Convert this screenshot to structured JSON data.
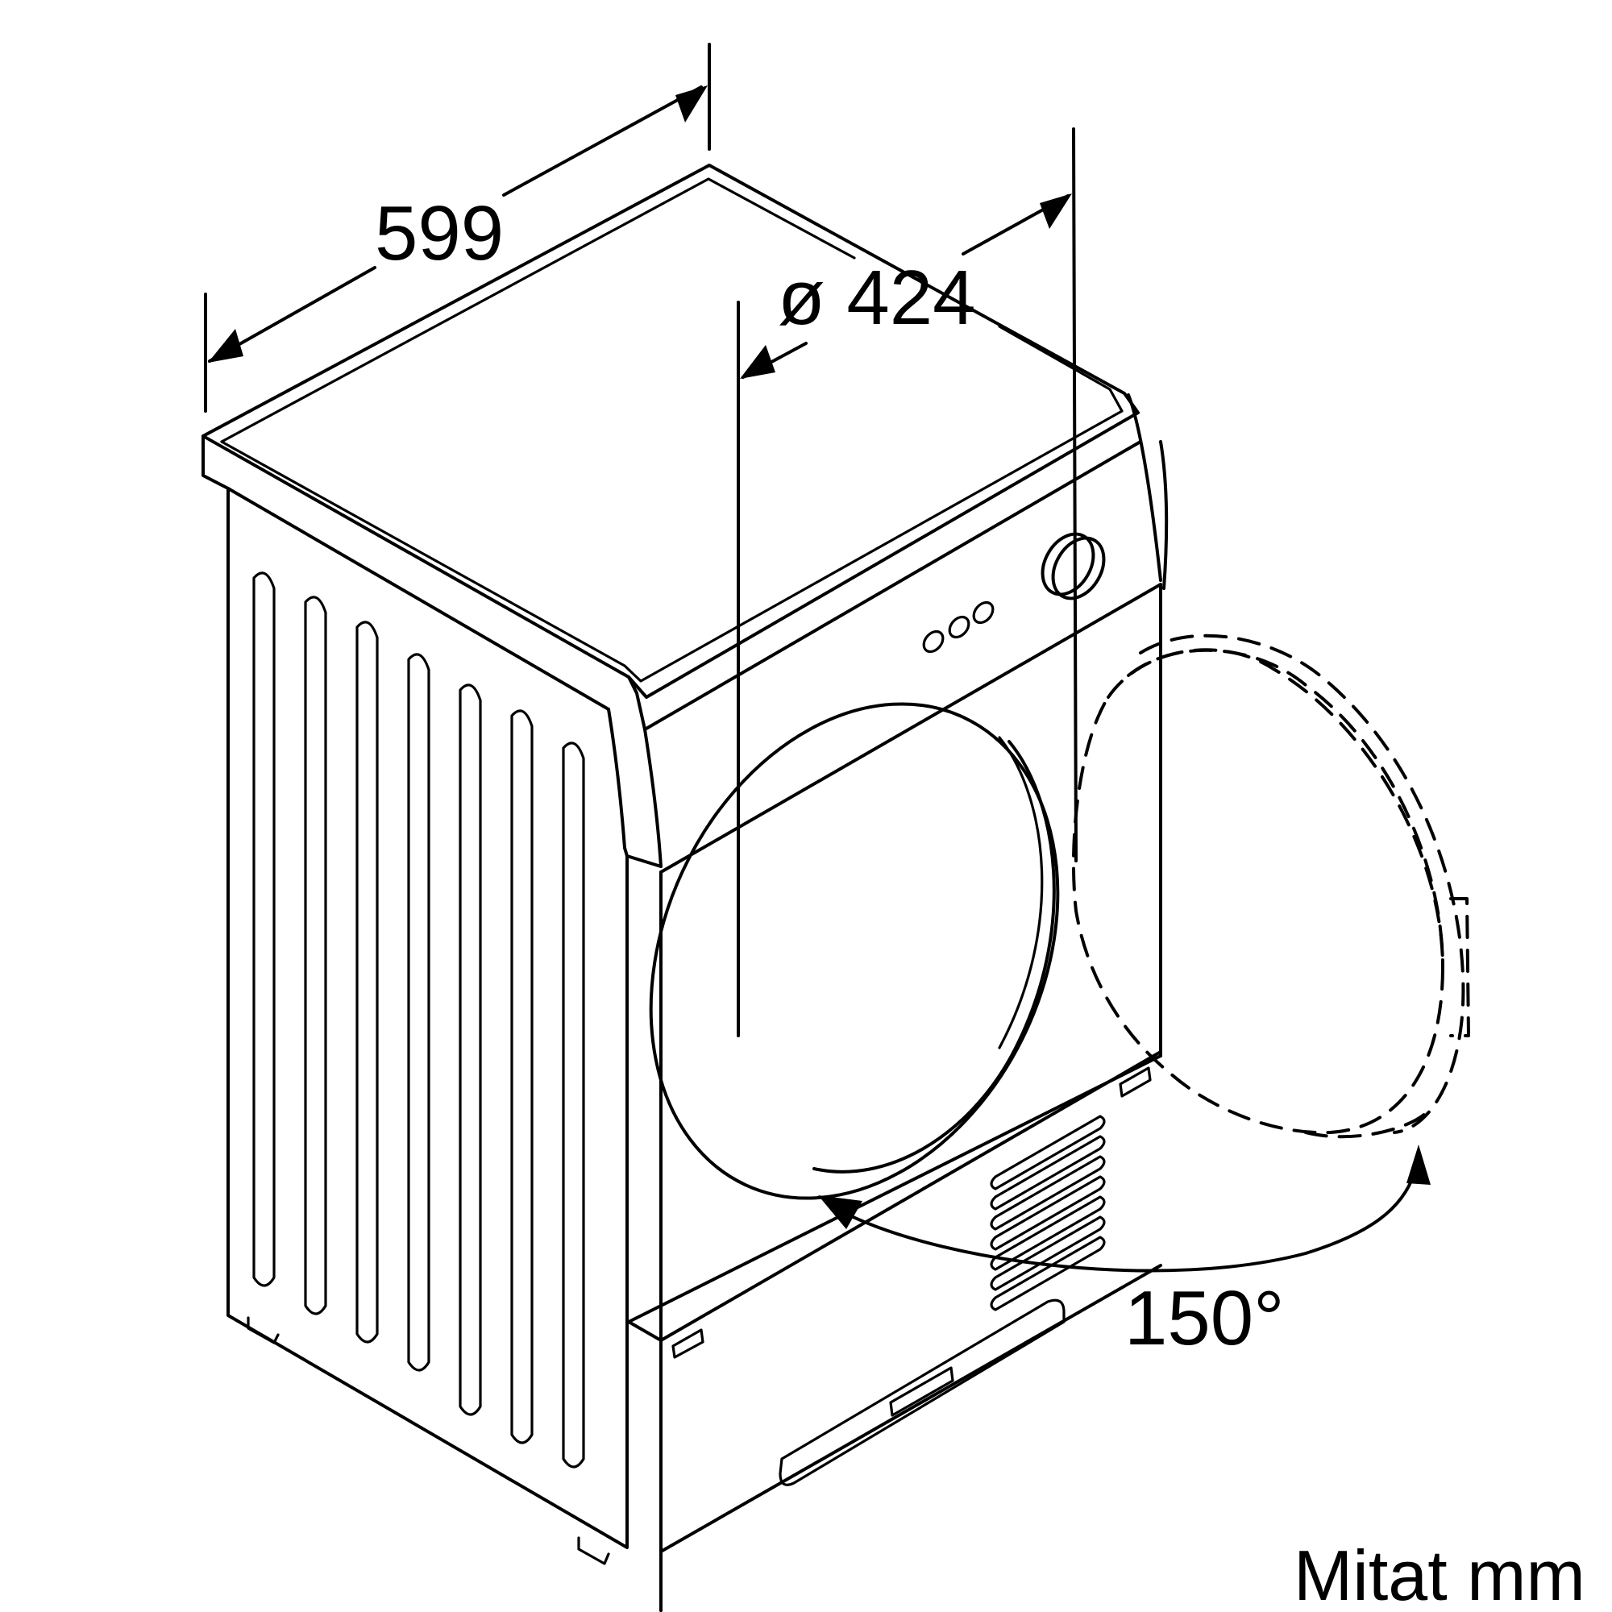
{
  "dimensions": {
    "width_label": "599",
    "door_diameter_label": "ø 424",
    "door_angle_label": "150°"
  },
  "unit_label": "Mitat mm"
}
